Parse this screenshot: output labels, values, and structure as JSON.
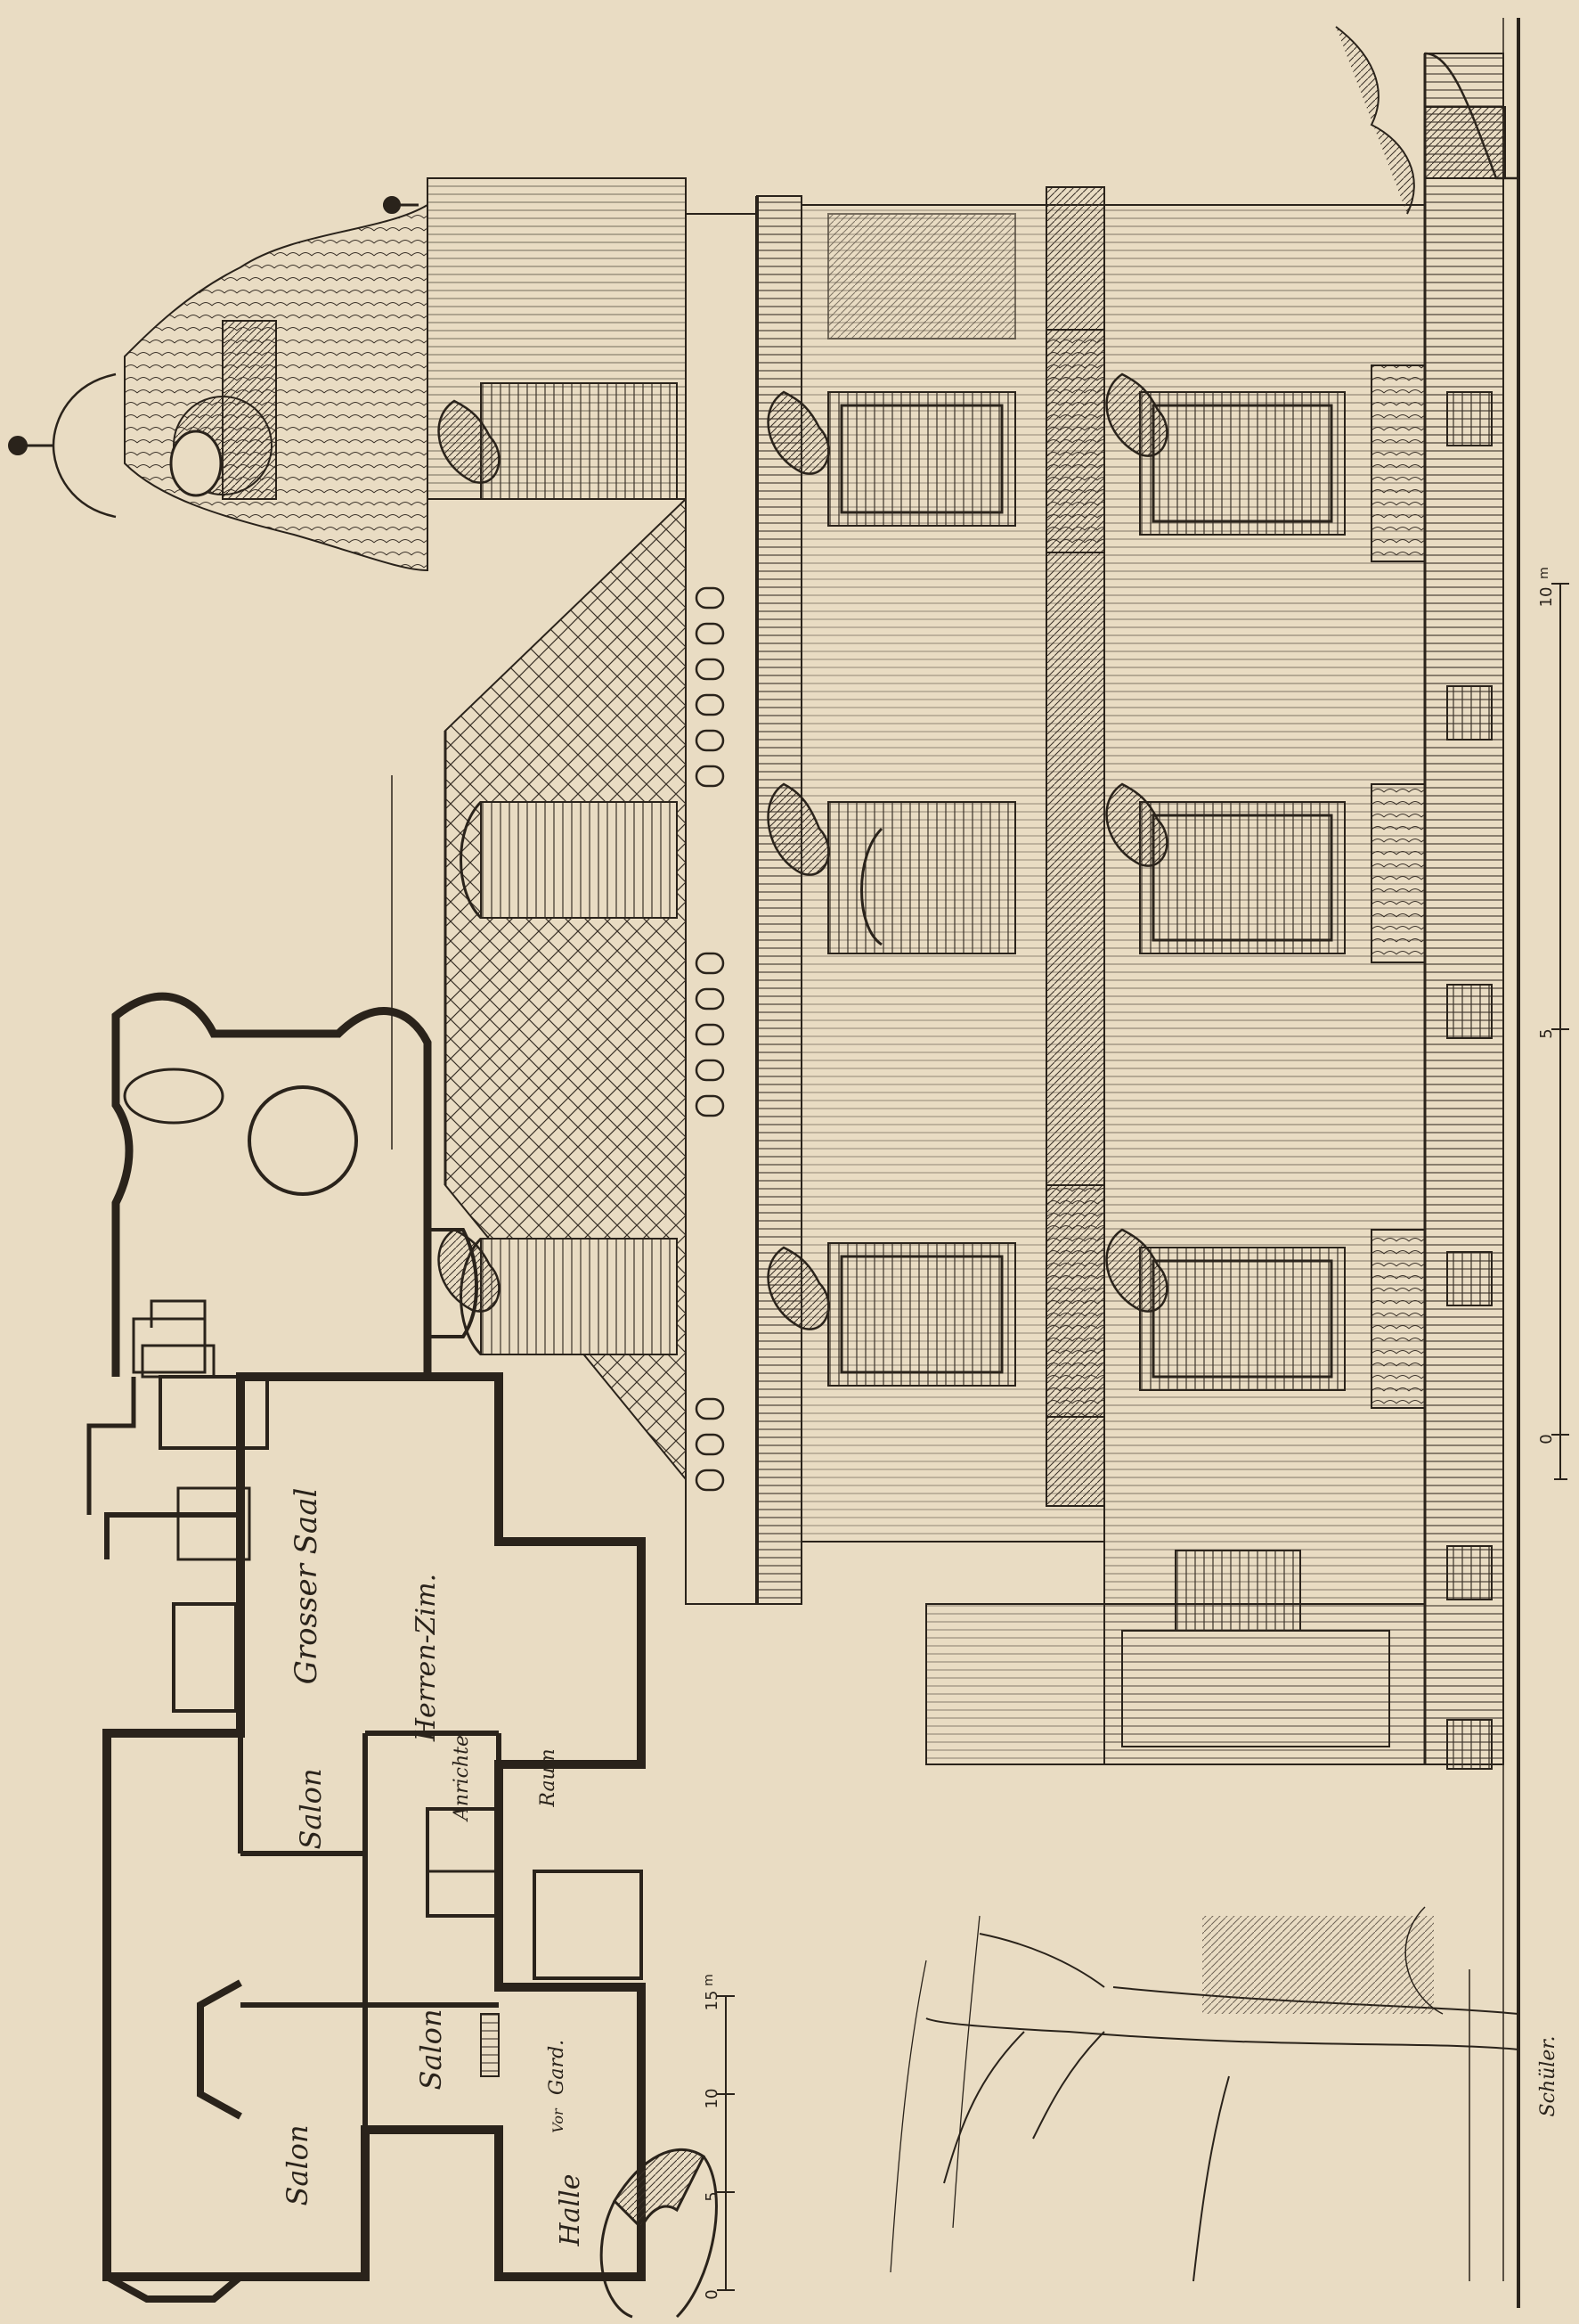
{
  "colors": {
    "paper": "#e9dcc3",
    "ink": "#2a231b",
    "hatch": "#3a3128",
    "shade": "#4a4036"
  },
  "floor_plan": {
    "rooms": {
      "grosser_saal": "Grosser Saal",
      "salon_1": "Salon",
      "salon_2": "Salon",
      "salon_3": "Salon",
      "herren_zim": "Herren-Zim.",
      "anrichte": "Anrichte",
      "raum": "Raum",
      "gard": "Gard.",
      "halle": "Halle",
      "vor": "Vor"
    },
    "scale": {
      "ticks": [
        "0",
        "5",
        "10",
        "15"
      ],
      "unit": "m"
    }
  },
  "elevation": {
    "scale": {
      "ticks": [
        "0",
        "5",
        "10"
      ],
      "unit": "m"
    },
    "signature": "Schüler."
  }
}
